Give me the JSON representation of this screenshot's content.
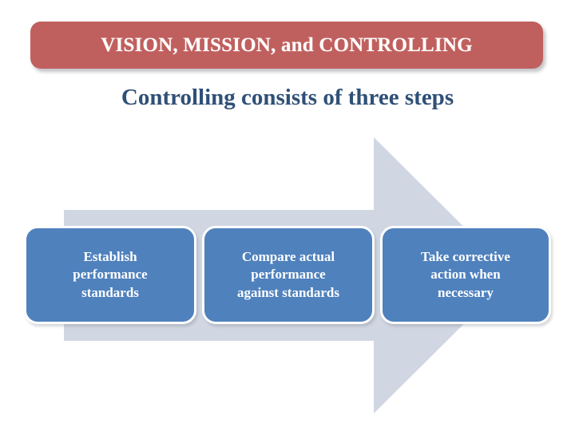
{
  "slide": {
    "title": "VISION, MISSION, and CONTROLLING",
    "subtitle": "Controlling consists of three steps"
  },
  "colors": {
    "banner_red": "#C0605E",
    "subtitle_blue": "#2F5077",
    "box_blue": "#4F81BD",
    "arrow_gray_blue": "#D0D6E2",
    "text_white": "#FFFFFF",
    "background": "#FFFFFF"
  },
  "diagram": {
    "type": "process-arrow",
    "direction": "right",
    "steps": [
      {
        "index": 1,
        "label": "Establish\nperformance\nstandards"
      },
      {
        "index": 2,
        "label": "Compare actual\nperformance\nagainst standards"
      },
      {
        "index": 3,
        "label": "Take corrective\naction when\nnecessary"
      }
    ]
  }
}
